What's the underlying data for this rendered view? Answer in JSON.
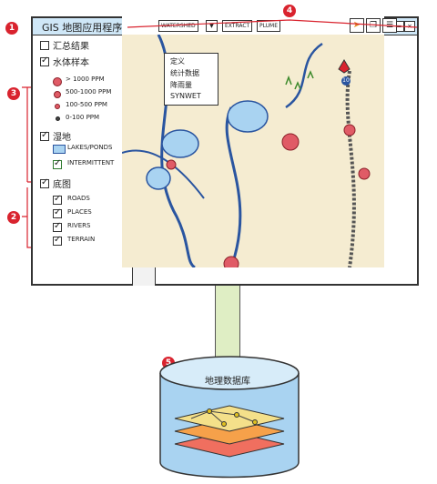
{
  "window": {
    "title": "GIS 地图应用程序"
  },
  "callouts": [
    "1",
    "2",
    "3",
    "4",
    "5"
  ],
  "legend": {
    "summary": "汇总结果",
    "sample": "水体样本",
    "ppm": [
      "> 1000 PPM",
      "500-1000 PPM",
      "100-500 PPM",
      "0-100 PPM"
    ],
    "wetland": "湿地",
    "lakes": "LAKES/PONDS",
    "intermittent": "INTERMITTENT",
    "base": "底图",
    "base_items": [
      "ROADS",
      "PLACES",
      "RIVERS",
      "TERRAIN"
    ]
  },
  "map": {
    "tabs": [
      "WATERSHED",
      "EXTRACT",
      "PLUME"
    ],
    "dropdown": [
      "定义",
      "统计数据",
      "降雨量",
      "SYNWET"
    ],
    "road_shield": "10"
  },
  "database": {
    "title": "地理数据库"
  },
  "colors": {
    "accent": "#d9232e",
    "title_bar": "#cfe7f7",
    "map_bg": "#f5ecd1",
    "river": "#2a55a0",
    "pole": "#dfeec4"
  }
}
